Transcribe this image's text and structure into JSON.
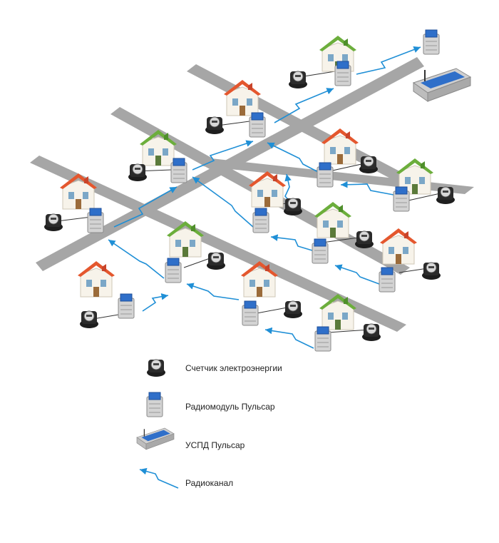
{
  "legend": {
    "meter_label": "Счетчик электроэнергии",
    "radiomodule_label": "Радиомодуль Пульсар",
    "uspd_label": "УСПД Пульсар",
    "radiochannel_label": "Радиоканал"
  },
  "colors": {
    "road": "#a6a6a6",
    "roof_red": "#e4572e",
    "roof_green": "#6cae3c",
    "wall": "#f7f3ea",
    "radio_line": "#1f8fd6",
    "module_body": "#d3d3d3",
    "module_panel": "#2f6fc9",
    "meter_body": "#2b2b2b"
  }
}
